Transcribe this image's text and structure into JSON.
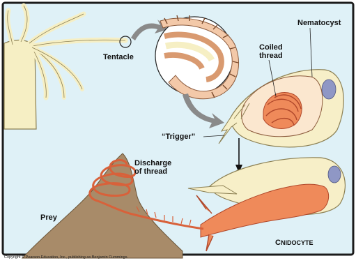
{
  "labels": {
    "tentacle": "Tentacle",
    "nematocyst": "Nematocyst",
    "coiled_thread_1": "Coiled",
    "coiled_thread_2": "thread",
    "trigger": "“Trigger”",
    "discharge_1": "Discharge",
    "discharge_2": "of thread",
    "prey": "Prey",
    "cnidocyte_first": "C",
    "cnidocyte_rest": "NIDOCYTE"
  },
  "copyright": "Copyright © Pearson Education, Inc., publishing as Benjamin Cummings.",
  "colors": {
    "background": "#dff1f7",
    "border": "#1b1b1b",
    "tentacle_fill": "#f6efc4",
    "tentacle_stroke": "#8b7f52",
    "cell_fill": "#f7efc8",
    "thread": "#d8613a",
    "thread_orange": "#ef8a5a",
    "nucleus": "#8f97c5",
    "prey": "#a88b69",
    "arrow_gray": "#8a8a8a"
  }
}
